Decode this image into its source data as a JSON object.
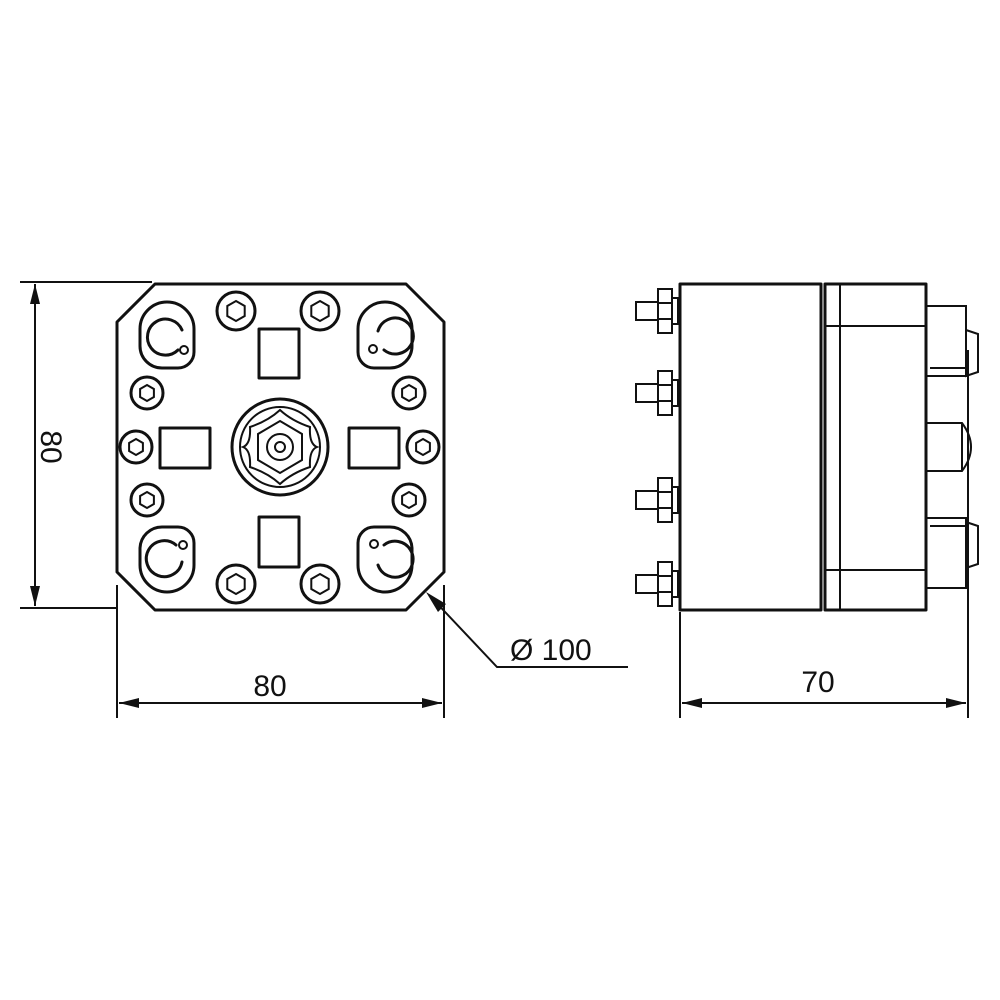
{
  "dimensions": {
    "front_height": "80",
    "front_width": "80",
    "diameter": "Ø 100",
    "side_length": "70"
  },
  "colors": {
    "line": "#111111",
    "background": "#ffffff"
  }
}
